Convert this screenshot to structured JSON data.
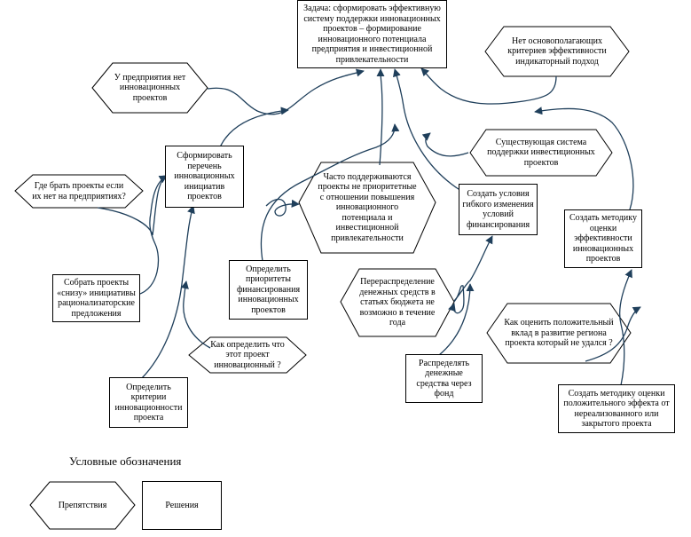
{
  "nodes": {
    "goal": "Задача: сформировать эффективную систему поддержки инновационных проектов – формирование инновационного потенциала предприятия и инвестиционной привлекательности",
    "no_criteria": "Нет основополагающих критериев эффективности индикаторный подход",
    "no_projects": "У предприятия нет инновационных проектов",
    "existing_system": "Существующая система поддержки инвестиционных проектов",
    "form_list": "Сформировать перечень инновационных инициатив проектов",
    "where_projects": "Где брать проекты если их нет на предприятиях?",
    "often_supported": "Часто поддерживаются проекты не приоритетные с отношении повышения инновационного потенциала и инвестиционной привлекательности",
    "flexible_financing": "Создать условия гибкого изменения условий финансирования",
    "method_evaluation": "Создать методику оценки эффективности инновационных проектов",
    "collect_projects": "Собрать проекты «снизу» инициативы рационализаторские предложения",
    "define_priorities": "Определить приоритеты финансирования инновационных проектов",
    "redistribution": "Перераспределение денежных средств в статьях бюджета не возможно в течение года",
    "how_define": "Как определить что этот проект инновационный ?",
    "distribute_funds": "Распределять денежные средства через фонд",
    "how_evaluate": "Как оценить положительный вклад в развитие региона проекта который не удался ?",
    "define_criteria": "Определить критерии инновационности проекта",
    "method_positive": "Создать методику оценки положительного эффекта от нереализованного или закрытого проекта"
  },
  "legend": {
    "title": "Условные обозначения",
    "obstacles": "Препятствия",
    "solutions": "Решения"
  }
}
